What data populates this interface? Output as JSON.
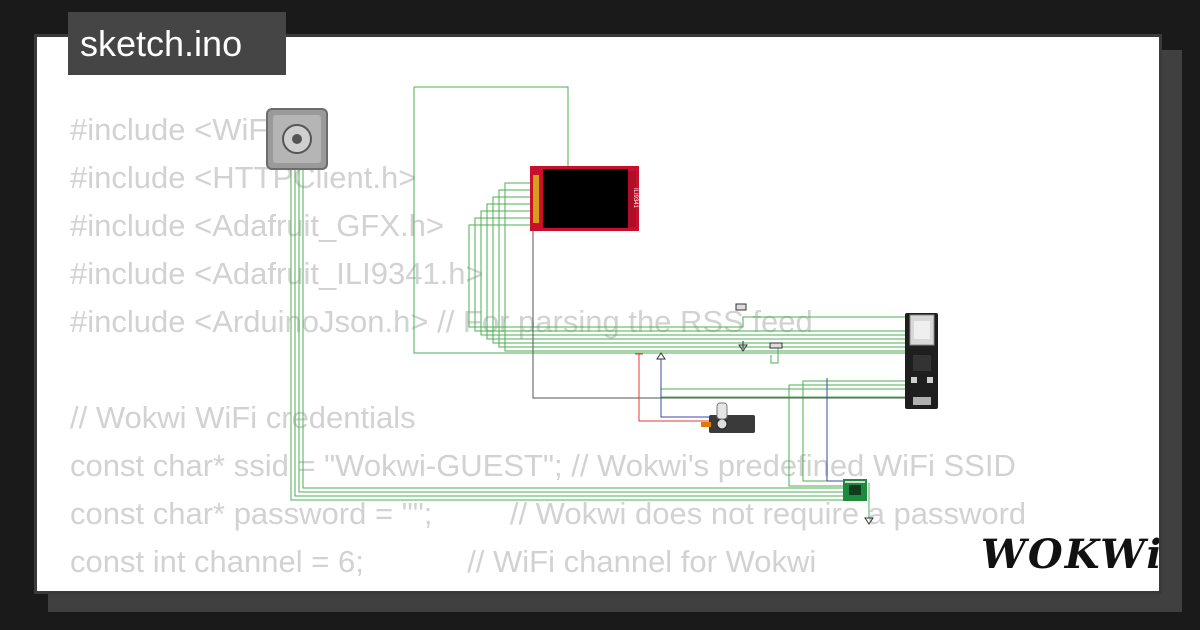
{
  "file_tab": {
    "label": "sketch.ino"
  },
  "code": {
    "lines": [
      "#include <WiFi.h>",
      "#include <HTTPClient.h>",
      "#include <Adafruit_GFX.h>",
      "#include <Adafruit_ILI9341.h>",
      "#include <ArduinoJson.h> // For parsing the RSS feed",
      "",
      "// Wokwi WiFi credentials",
      "const char* ssid = \"Wokwi-GUEST\"; // Wokwi's predefined WiFi SSID",
      "const char* password = \"\";         // Wokwi does not require a password",
      "const int channel = 6;            // WiFi channel for Wokwi"
    ]
  },
  "diagram": {
    "display_label": "ILI9341",
    "components": [
      "stepper-motor",
      "ili9341-display",
      "esp32-board",
      "servo-motor",
      "a4988-driver",
      "pushbutton"
    ]
  },
  "brand": {
    "logo_text": "WOKWi"
  },
  "colors": {
    "background": "#1a1a1a",
    "card": "#ffffff",
    "tab": "#454545",
    "code_text": "#d2d2d2",
    "wire_green": "#4caf50",
    "display_board": "#c8102e"
  }
}
